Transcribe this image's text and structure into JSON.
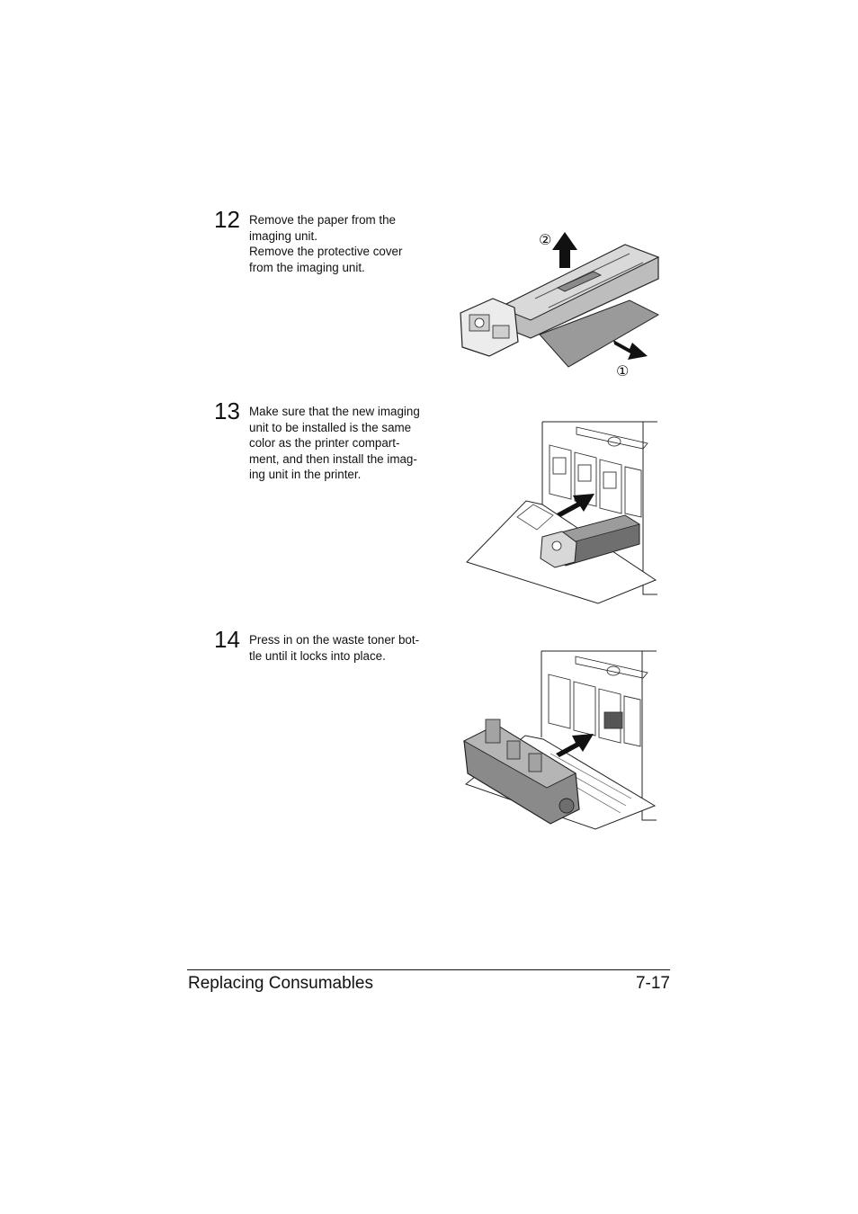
{
  "steps": [
    {
      "number": "12",
      "text": "Remove the paper from the\nimaging unit.\nRemove the protective cover\nfrom the imaging unit.",
      "callouts": [
        "②",
        "①"
      ]
    },
    {
      "number": "13",
      "text": "Make sure that the new imaging\nunit to be installed is the same\ncolor as the printer compart-\nment, and then install the imag-\ning unit in the printer."
    },
    {
      "number": "14",
      "text": "Press in on the waste toner bot-\ntle until it locks into place."
    }
  ],
  "footer": {
    "section": "Replacing Consumables",
    "page": "7-17"
  }
}
